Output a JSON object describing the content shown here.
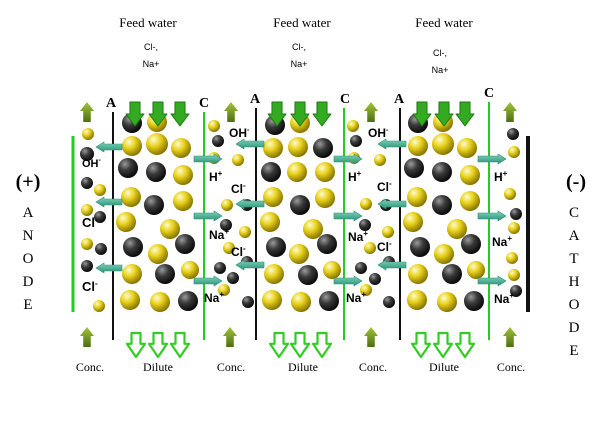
{
  "electrodes": {
    "anode": {
      "sign": "(+)",
      "word": "ANODE"
    },
    "cathode": {
      "sign": "(-)",
      "word": "CATHODE"
    }
  },
  "feed": [
    {
      "label": "Feed water",
      "ions_line1": "Cl-,",
      "ions_line2": "Na+"
    },
    {
      "label": "Feed water",
      "ions_line1": "Cl-,",
      "ions_line2": "Na+"
    },
    {
      "label": "Feed water",
      "ions_line1": "Cl-,",
      "ions_line2": "Na+"
    }
  ],
  "membranes": [
    "A",
    "C",
    "A",
    "C",
    "A",
    "C"
  ],
  "outlets": [
    "Conc.",
    "Dilute",
    "Conc.",
    "Dilute",
    "Conc.",
    "Dilute",
    "Conc."
  ],
  "ion_labels": {
    "anode_chamber": [
      {
        "base": "OH",
        "sup": "-"
      },
      {
        "base": "Cl",
        "sup": "-"
      },
      {
        "base": "Cl",
        "sup": "-"
      }
    ],
    "conc_1": [
      {
        "base": "OH",
        "sup": "-"
      },
      {
        "base": "H",
        "sup": "+"
      },
      {
        "base": "Cl",
        "sup": "-"
      },
      {
        "base": "Na",
        "sup": "+"
      },
      {
        "base": "Cl",
        "sup": "-"
      },
      {
        "base": "Na",
        "sup": "+"
      }
    ],
    "conc_2": [
      {
        "base": "OH",
        "sup": "-"
      },
      {
        "base": "H",
        "sup": "+"
      },
      {
        "base": "Cl",
        "sup": "-"
      },
      {
        "base": "Na",
        "sup": "+"
      },
      {
        "base": "Cl",
        "sup": "-"
      },
      {
        "base": "Na",
        "sup": "+"
      }
    ],
    "cathode_chamber": [
      {
        "base": "H",
        "sup": "+"
      },
      {
        "base": "Na",
        "sup": "+"
      },
      {
        "base": "Na",
        "sup": "+"
      }
    ]
  },
  "colors": {
    "membrane_anion": "#111111",
    "membrane_cation": "#22cc22",
    "cathode_plate": "#111111",
    "arrow_teal": "#3aa58a",
    "arrow_feed": "#33aa22",
    "arrow_conc": "#6b8e1e",
    "ion_yellow": "#e8d21c",
    "ion_dark": "#2a2a2a"
  }
}
